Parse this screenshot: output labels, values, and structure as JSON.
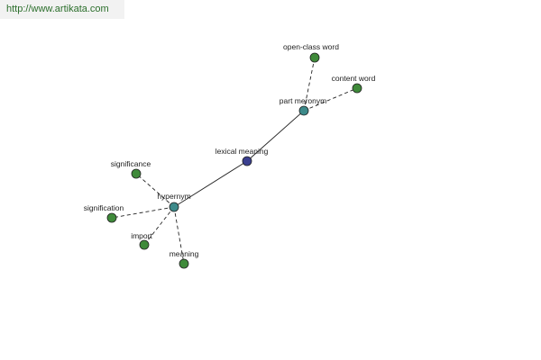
{
  "header": {
    "link_text": "http://www.artikata.com"
  },
  "colors": {
    "root": "#3a3f8f",
    "hub": "#3d8a8a",
    "leaf": "#3f8a3a"
  },
  "graph": {
    "nodes": [
      {
        "id": "lexical-meaning",
        "label": "lexical meaning",
        "kind": "root"
      },
      {
        "id": "part-meronym",
        "label": "part meronym",
        "kind": "hub"
      },
      {
        "id": "hypernym",
        "label": "hypernym",
        "kind": "hub"
      },
      {
        "id": "open-class-word",
        "label": "open-class word",
        "kind": "leaf"
      },
      {
        "id": "content-word",
        "label": "content word",
        "kind": "leaf"
      },
      {
        "id": "significance",
        "label": "significance",
        "kind": "leaf"
      },
      {
        "id": "signification",
        "label": "signification",
        "kind": "leaf"
      },
      {
        "id": "import",
        "label": "import",
        "kind": "leaf"
      },
      {
        "id": "meaning",
        "label": "meaning",
        "kind": "leaf"
      }
    ],
    "edges": [
      {
        "from": "lexical-meaning",
        "to": "part-meronym",
        "style": "solid"
      },
      {
        "from": "lexical-meaning",
        "to": "hypernym",
        "style": "solid"
      },
      {
        "from": "part-meronym",
        "to": "open-class-word",
        "style": "dashed"
      },
      {
        "from": "part-meronym",
        "to": "content-word",
        "style": "dashed"
      },
      {
        "from": "hypernym",
        "to": "significance",
        "style": "dashed"
      },
      {
        "from": "hypernym",
        "to": "signification",
        "style": "dashed"
      },
      {
        "from": "hypernym",
        "to": "import",
        "style": "dashed"
      },
      {
        "from": "hypernym",
        "to": "meaning",
        "style": "dashed"
      }
    ]
  }
}
